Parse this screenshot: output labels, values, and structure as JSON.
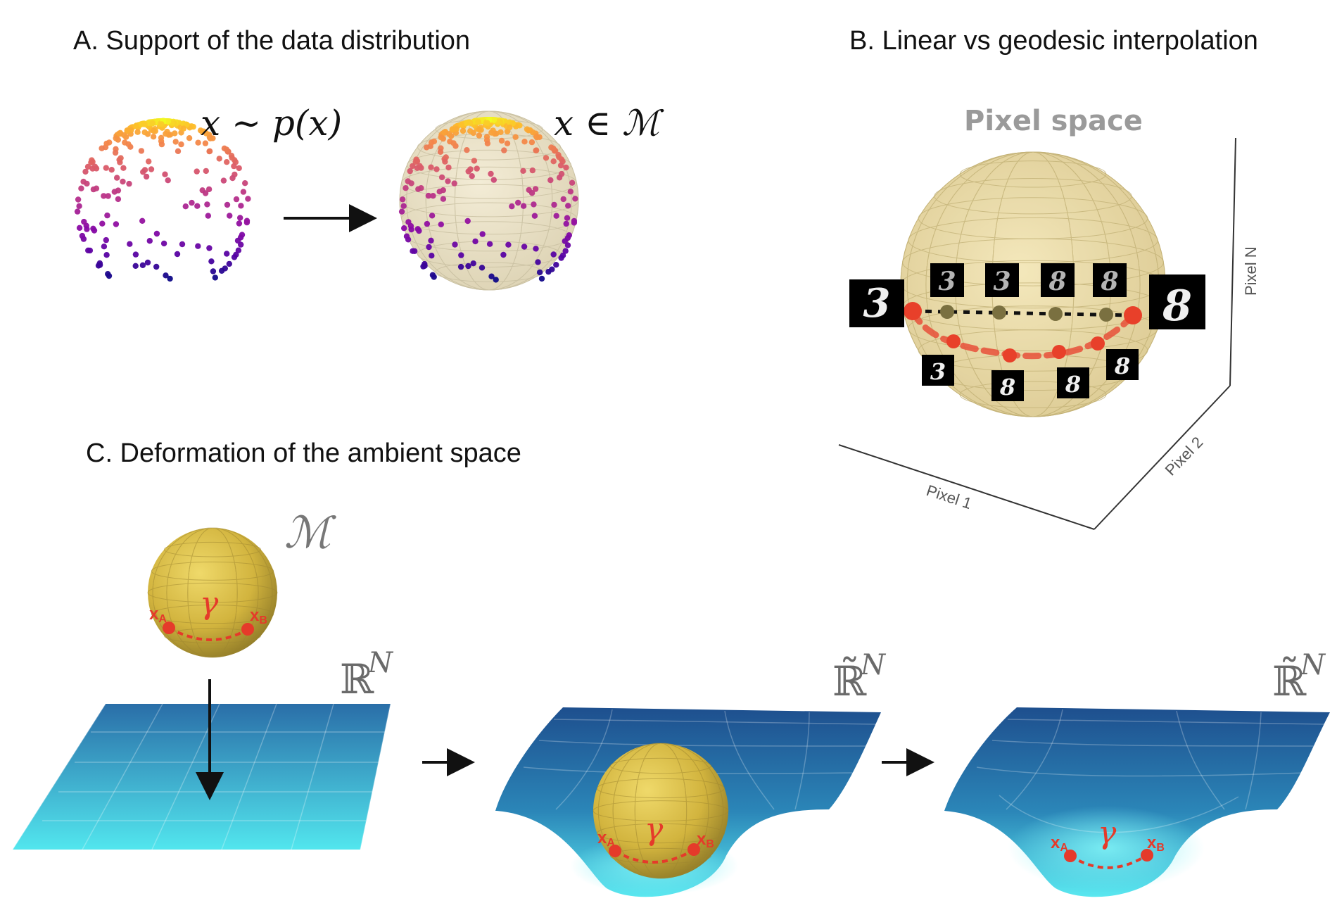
{
  "panel_a": {
    "title": "A. Support of the data distribution",
    "label_left": "x ∼ p(x)",
    "label_right": "x ∈ ℳ"
  },
  "panel_b": {
    "title": "B. Linear vs geodesic interpolation",
    "space_label": "Pixel space",
    "axes": {
      "x": "Pixel 1",
      "y": "Pixel 2",
      "z": "Pixel N"
    },
    "endpoint_digits": [
      "3",
      "8"
    ],
    "linear_digits": [
      "3",
      "3",
      "8",
      "8"
    ],
    "geodesic_digits": [
      "3",
      "8",
      "8",
      "8"
    ],
    "colors": {
      "sphere": "#eadca8",
      "linear": "#111111",
      "geodesic": "#e8503a",
      "linear_points": "#7a7040"
    }
  },
  "panel_c": {
    "title": "C. Deformation of the ambient space",
    "manifold_symbol": "ℳ",
    "space_flat": "ℝ",
    "space_deformed": "ℝ̃",
    "space_exponent": "N",
    "point_a": "x",
    "point_a_sub": "A",
    "point_b": "x",
    "point_b_sub": "B",
    "curve_label": "γ",
    "colors": {
      "sphere": "#d8b93e",
      "surface_top": "#1f4e8c",
      "surface_bottom": "#4ee6ee",
      "points": "#e53a2a"
    }
  }
}
